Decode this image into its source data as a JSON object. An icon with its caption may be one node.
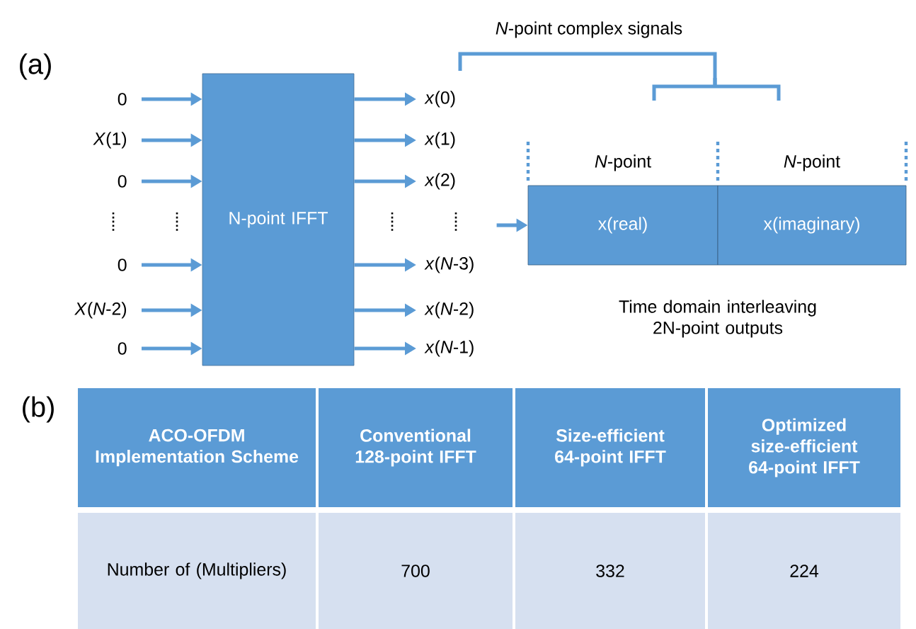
{
  "diagram": {
    "nodes": [
      {
        "text": [
          "N-point IFFT"
        ]
      },
      {
        "text": [
          "0"
        ]
      },
      {
        "text": [
          "*X*(1)"
        ]
      },
      {
        "text": [
          "0"
        ]
      },
      {
        "text": [
          "0"
        ]
      },
      {
        "text": [
          "*X*(*N*-2)"
        ]
      },
      {
        "text": [
          "0"
        ]
      },
      {
        "text": [
          "*x*(0)"
        ]
      },
      {
        "text": [
          "*x*(1)"
        ]
      },
      {
        "text": [
          "*x*(2)"
        ]
      },
      {
        "text": [
          "*x*(*N*-3)"
        ]
      },
      {
        "text": [
          "*x*(*N*-2)"
        ]
      },
      {
        "text": [
          "*x*(*N*-1)"
        ]
      },
      {
        "text": [
          "*N*-point",
          "x(real)"
        ]
      },
      {
        "text": [
          "*N*-point",
          "x(imaginary)"
        ]
      }
    ],
    "edges": [
      {
        "from": 1,
        "to": 0,
        "arrow": "to"
      },
      {
        "from": 2,
        "to": 0,
        "arrow": "to"
      },
      {
        "from": 3,
        "to": 0,
        "arrow": "to"
      },
      {
        "from": 4,
        "to": 0,
        "arrow": "to"
      },
      {
        "from": 5,
        "to": 0,
        "arrow": "to"
      },
      {
        "from": 6,
        "to": 0,
        "arrow": "to"
      },
      {
        "from": 0,
        "to": 7,
        "arrow": "to"
      },
      {
        "from": 0,
        "to": 8,
        "arrow": "to"
      },
      {
        "from": 0,
        "to": 9,
        "arrow": "to"
      },
      {
        "from": 0,
        "to": 10,
        "arrow": "to"
      },
      {
        "from": 0,
        "to": 11,
        "arrow": "to"
      },
      {
        "from": 0,
        "to": 12,
        "arrow": "to"
      },
      {
        "from": null,
        "to": 13,
        "arrow": "to"
      }
    ],
    "labels": [
      "(a)",
      "*N*-point complex signals",
      "Time domain interleaving 2N-point outputs",
      "(b)",
      "ACO-OFDM Implementation Scheme",
      "Conventional 128-point IFFT",
      "Size-efficient 64-point IFFT",
      "Optimized size-efficient 64-point IFFT",
      "Number of (Multipliers)",
      "700",
      "332",
      "224"
    ]
  }
}
